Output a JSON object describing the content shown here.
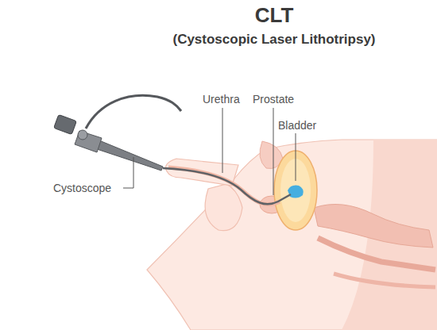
{
  "diagram": {
    "title": "CLT",
    "labels": [
      "(Cystoscopic Laser Lithotripsy)",
      "Urethra",
      "Prostate",
      "Bladder",
      "Cystoscope"
    ]
  }
}
